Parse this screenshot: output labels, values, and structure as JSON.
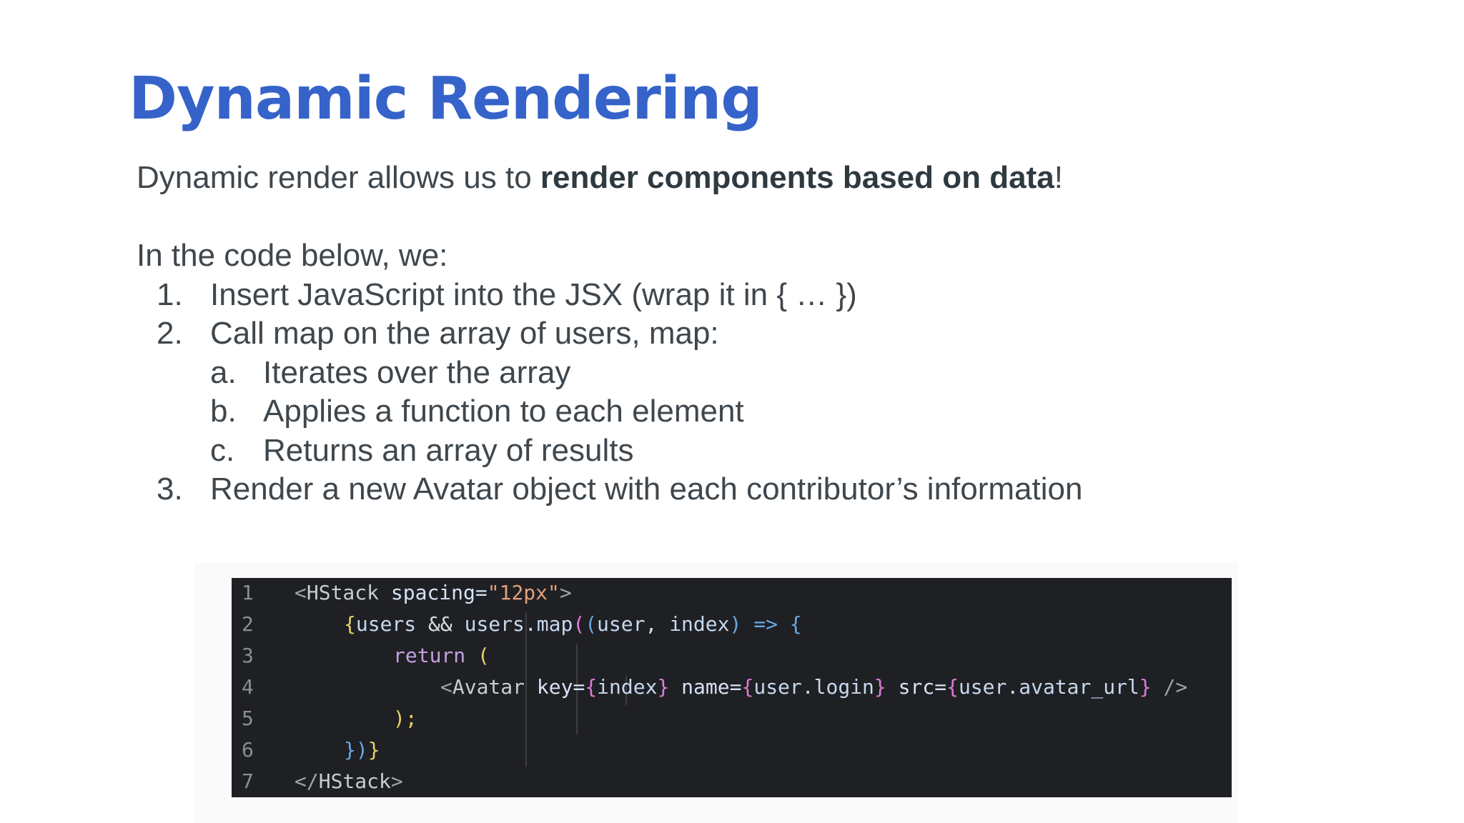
{
  "slide": {
    "title": "Dynamic Rendering",
    "intro": {
      "before": "Dynamic render allows us to ",
      "bold": "render components based on data",
      "after": "!"
    },
    "lead": "In the code below, we:",
    "steps": [
      {
        "marker": "1.",
        "text": "Insert JavaScript into the JSX (wrap it in { … })"
      },
      {
        "marker": "2.",
        "text": "Call map on the array of users, map:"
      },
      {
        "marker": "3.",
        "text": "Render a new Avatar object with each contributor’s information"
      }
    ],
    "substeps": [
      {
        "marker": "a.",
        "text": "Iterates over the array"
      },
      {
        "marker": "b.",
        "text": "Applies a function to each element"
      },
      {
        "marker": "c.",
        "text": "Returns an array of results"
      }
    ]
  },
  "code": {
    "line_numbers": [
      "1",
      "2",
      "3",
      "4",
      "5",
      "6",
      "7"
    ],
    "lines": [
      [
        "<",
        "HStack",
        " spacing=",
        "\"12px\"",
        ">"
      ],
      [
        "{",
        "users",
        " && ",
        "users",
        ".map",
        "(",
        "(",
        "user",
        ", ",
        "index",
        ")",
        " => ",
        "{"
      ],
      [
        "return",
        " ("
      ],
      [
        "<",
        "Avatar",
        " key=",
        "{",
        "index",
        "}",
        " name=",
        "{",
        "user.login",
        "}",
        " src=",
        "{",
        "user.avatar_url",
        "}",
        " />"
      ],
      [
        ");"
      ],
      [
        "})",
        "}"
      ],
      [
        "</",
        "HStack",
        ">"
      ]
    ]
  }
}
